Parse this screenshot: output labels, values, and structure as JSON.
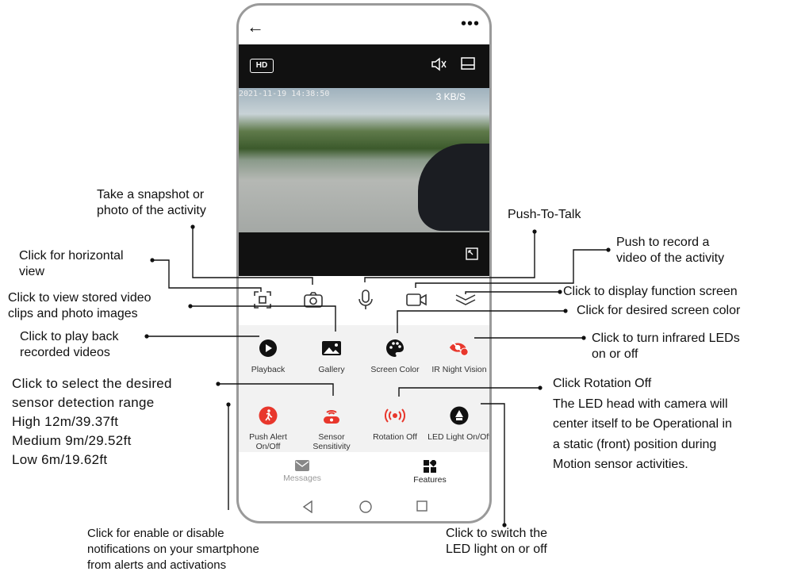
{
  "phone": {
    "video": {
      "quality_badge": "HD",
      "timestamp": "2021-11-19 14:38:50",
      "rate": "3 KB/S"
    },
    "features": [
      {
        "label": "Playback",
        "icon": "play-circle-icon"
      },
      {
        "label": "Gallery",
        "icon": "image-icon"
      },
      {
        "label": "Screen Color",
        "icon": "palette-icon"
      },
      {
        "label": "IR Night Vision",
        "icon": "eye-off-icon"
      },
      {
        "label": "Push Alert On/Off",
        "icon": "walking-person-icon"
      },
      {
        "label": "Sensor Sensitivity",
        "icon": "sensor-icon"
      },
      {
        "label": "Rotation Off",
        "icon": "signal-icon"
      },
      {
        "label": "LED Light On/Off",
        "icon": "led-icon"
      }
    ],
    "tabs": [
      {
        "label": "Messages"
      },
      {
        "label": "Features"
      }
    ],
    "colors": {
      "accent_red": "#e8372c",
      "video_bg": "#111111"
    }
  },
  "annotations": {
    "snapshot": [
      "Take a snapshot or",
      "photo of the activity"
    ],
    "horizontal": [
      "Click for horizontal",
      "view"
    ],
    "stored": [
      "Click to view stored video",
      "clips and photo images"
    ],
    "playback": [
      "Click to play back",
      "recorded videos"
    ],
    "sensor": [
      "Click to select the desired",
      "sensor detection range",
      "High 12m/39.37ft",
      "Medium 9m/29.52ft",
      "Low 6m/19.62ft"
    ],
    "push_to_talk": "Push-To-Talk",
    "record": [
      "Push to record a",
      "video of the activity"
    ],
    "function_screen": "Click to display function screen",
    "screen_color": "Click for desired screen color",
    "infrared": [
      "Click  to turn infrared LEDs",
      "on or off"
    ],
    "rotation": [
      "Click Rotation Off",
      "The LED head with camera will",
      "center itself to be Operational in",
      "a static (front) position during",
      "Motion sensor activities."
    ],
    "notifications": [
      "Click for enable or disable",
      "notifications on your smartphone",
      "from alerts and activations"
    ],
    "led_switch": [
      "Click to switch the",
      "LED light on or off"
    ]
  }
}
